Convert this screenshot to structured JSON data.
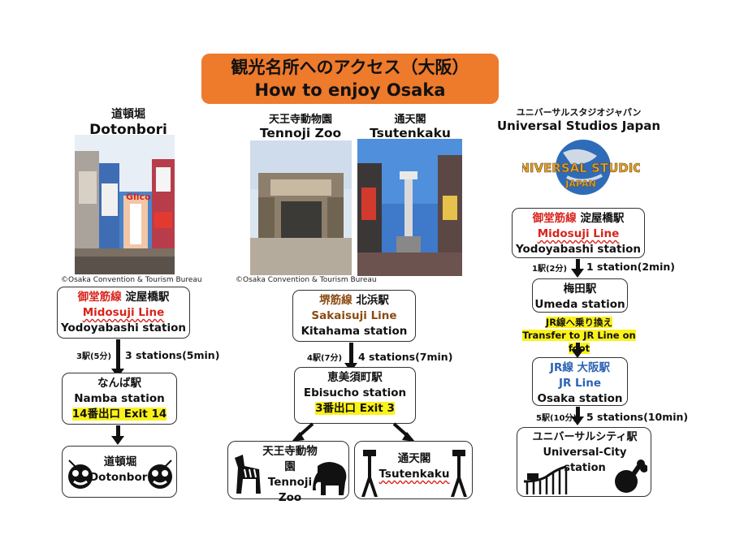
{
  "title": {
    "jp": "観光名所へのアクセス（大阪）",
    "en": "How to enjoy Osaka"
  },
  "photo_credit": "©Osaka Convention & Tourism Bureau",
  "dotonbori": {
    "jp": "道頓堀",
    "en": "Dotonbori",
    "start_jp_line": "御堂筋線",
    "start_jp_station": " 淀屋橋駅",
    "start_line": "Midosuji Line",
    "start_station": "Yodoyabashi station",
    "step_jp": "3駅(5分)",
    "step_en": "3 stations(5min)",
    "mid_jp": "なんば駅",
    "mid_en": "Namba station",
    "exit": "14番出口 Exit 14",
    "dest_jp": "道頓堀",
    "dest_en": "Dotonbori"
  },
  "zoo": {
    "jp": "天王寺動物園",
    "en": "Tennoji Zoo"
  },
  "tsutenkaku": {
    "jp": "通天閣",
    "en": "Tsutenkaku"
  },
  "middle_route": {
    "start_jp_line": "堺筋線",
    "start_jp_station": " 北浜駅",
    "start_line": "Sakaisuji Line",
    "start_station": "Kitahama station",
    "step_jp": "4駅(7分)",
    "step_en": "4 stations(7min)",
    "mid_jp": "恵美須町駅",
    "mid_en": "Ebisucho station",
    "exit": "3番出口 Exit 3",
    "dest1_jp": "天王寺動物園",
    "dest1_en_1": "Tennoji",
    "dest1_en_2": "Zoo",
    "dest2_jp": "通天閣",
    "dest2_en": "Tsutenkaku"
  },
  "usj": {
    "jp": "ユニバーサルスタジオジャパン",
    "en": "Universal Studios Japan",
    "logo_text_1": "UNIVERSAL STUDIOS",
    "logo_text_2": "JAPAN",
    "start_jp_line": "御堂筋線",
    "start_jp_station": " 淀屋橋駅",
    "start_line": "Midosuji Line",
    "start_station": "Yodoyabashi station",
    "step1_jp": "1駅(2分)",
    "step1_en": "1 station(2min)",
    "umeda_jp": "梅田駅",
    "umeda_en": "Umeda station",
    "transfer_jp": "JR線へ乗り換え",
    "transfer_en": "Transfer to JR Line on foot",
    "jr_jp_line": "JR線",
    "jr_jp_station": " 大阪駅",
    "jr_line": "JR Line",
    "jr_station": "Osaka station",
    "step2_jp": "5駅(10分)",
    "step2_en": "5 stations(10min)",
    "dest_jp": "ユニバーサルシティ駅",
    "dest_en_1": "Universal-City",
    "dest_en_2": "station"
  },
  "colors": {
    "title_bg": "#ee7a2c",
    "red": "#d8241c",
    "brown": "#8a4b12",
    "blue": "#2c63b3",
    "highlight": "#fbf21a"
  }
}
